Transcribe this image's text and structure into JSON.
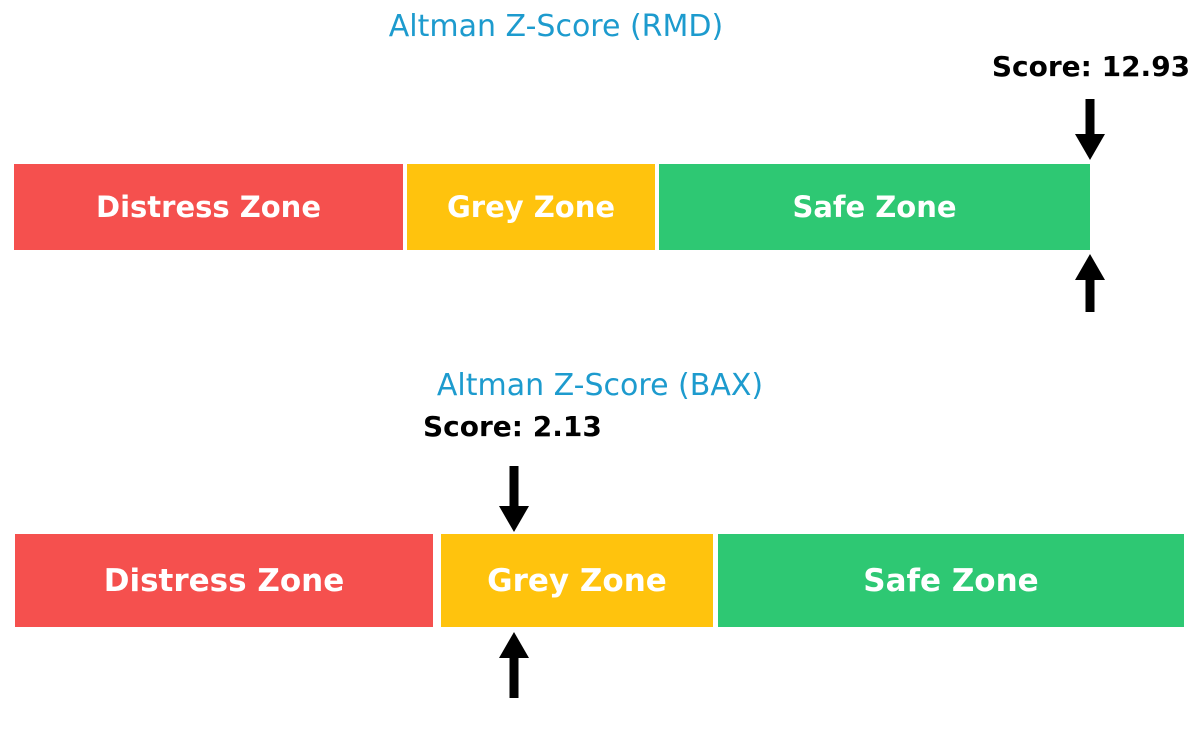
{
  "figure": {
    "background_color": "#FFFFFF",
    "title_color": "#1D9BCE",
    "score_text_color": "#000000",
    "arrow_color": "#000000",
    "zone_label_color": "#FFFFFF"
  },
  "chart_data": [
    {
      "type": "bar",
      "orientation": "horizontal",
      "title": "Altman Z-Score (RMD)",
      "ticker": "RMD",
      "score": 12.93,
      "annotation": "Score: 12.93",
      "zones": [
        {
          "label": "Distress Zone",
          "color": "#F5504E",
          "width_fraction": 0.36
        },
        {
          "label": "Grey Zone",
          "color": "#FFC30D",
          "width_fraction": 0.23
        },
        {
          "label": "Safe Zone",
          "color": "#2EC873",
          "width_fraction": 0.41
        }
      ],
      "marker_fraction": 1.0,
      "marker_zone": "Safe Zone",
      "legend": "none",
      "grid": false
    },
    {
      "type": "bar",
      "orientation": "horizontal",
      "title": "Altman Z-Score (BAX)",
      "ticker": "BAX",
      "score": 2.13,
      "annotation": "Score: 2.13",
      "zones": [
        {
          "label": "Distress Zone",
          "color": "#F5504E",
          "width_fraction": 0.36
        },
        {
          "label": "Grey Zone",
          "color": "#FFC30D",
          "width_fraction": 0.23
        },
        {
          "label": "Safe Zone",
          "color": "#2EC873",
          "width_fraction": 0.41
        }
      ],
      "marker_fraction": 0.43,
      "marker_zone": "Grey Zone",
      "legend": "none",
      "grid": false
    }
  ]
}
